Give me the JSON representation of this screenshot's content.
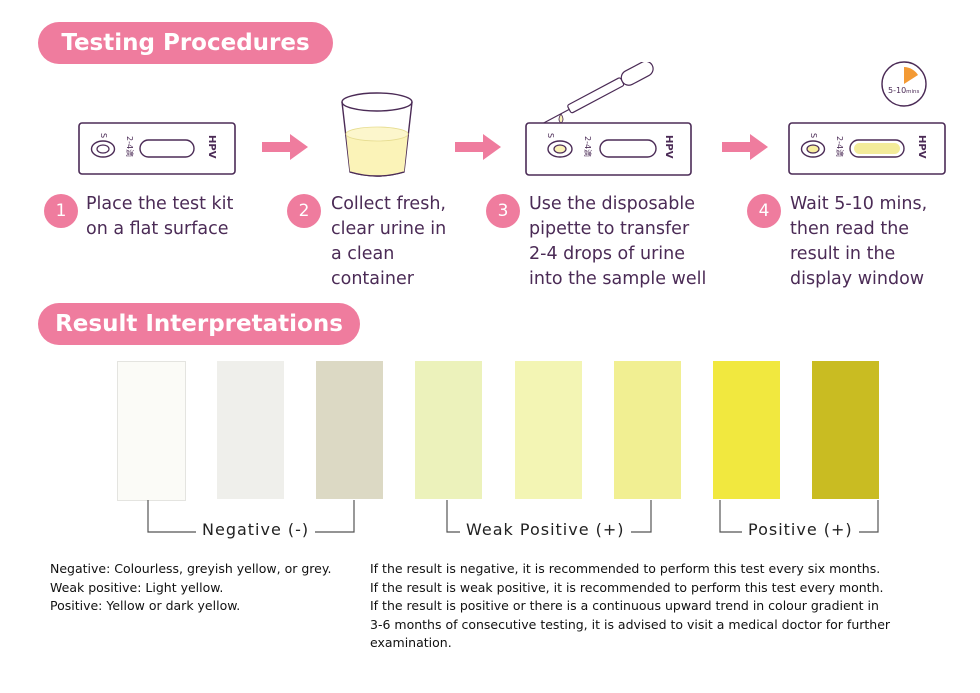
{
  "sections": {
    "testing_title": "Testing Procedures",
    "results_title": "Result Interpretations"
  },
  "kit": {
    "s_label": "S",
    "drops_label": "2-4滴",
    "brand": "HPV"
  },
  "timer": {
    "label": "5-10",
    "unit": "mins"
  },
  "steps": [
    {
      "number": "1",
      "lines": [
        "Place the test kit",
        "on a flat surface"
      ]
    },
    {
      "number": "2",
      "lines": [
        "Collect fresh,",
        "clear urine in",
        "a clean",
        "container"
      ]
    },
    {
      "number": "3",
      "lines": [
        "Use the disposable",
        "pipette to transfer",
        "2-4 drops of urine",
        "into the sample well"
      ]
    },
    {
      "number": "4",
      "lines": [
        "Wait 5-10 mins,",
        "then read the",
        "result in the",
        "display window"
      ]
    }
  ],
  "swatches": [
    "#fbfbf7",
    "#efefeb",
    "#dcd9c4",
    "#ecf2bb",
    "#f3f5b4",
    "#f1ef92",
    "#f1e83f",
    "#c9bc22"
  ],
  "groups": [
    {
      "label": "Negative (-)"
    },
    {
      "label": "Weak Positive (+)"
    },
    {
      "label": "Positive (+)"
    }
  ],
  "definitions": [
    "Negative: Colourless, greyish yellow, or grey.",
    "Weak positive: Light yellow.",
    "Positive: Yellow or dark yellow."
  ],
  "advice": [
    "If the result is negative, it is recommended to perform this test every six months.",
    "If the result is weak positive, it is recommended to perform this test every month.",
    "If the result is positive or there is a continuous upward trend in colour gradient in",
    "3-6 months of consecutive testing, it is advised to visit a medical doctor for further",
    "examination."
  ],
  "colors": {
    "accent": "#ef7c9e",
    "text": "#4b2b56",
    "timer": "#f39a34"
  }
}
